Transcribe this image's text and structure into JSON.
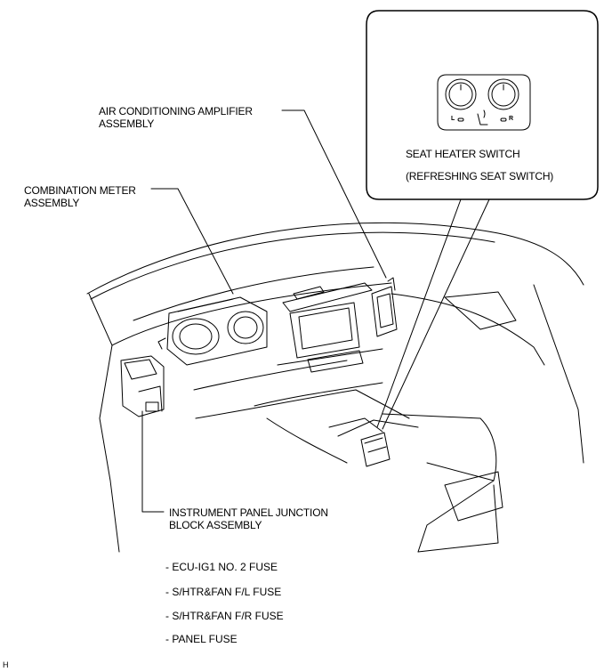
{
  "labels": {
    "ac_amplifier": [
      "AIR CONDITIONING  AMPLIFIER",
      "ASSEMBLY"
    ],
    "combination_meter": [
      "COMBINATION METER",
      "ASSEMBLY"
    ],
    "seat_heater_switch": "SEAT HEATER SWITCH",
    "refreshing_seat_switch": "(REFRESHING SEAT SWITCH)",
    "junction_block": [
      "INSTRUMENT PANEL JUNCTION",
      "BLOCK ASSEMBLY"
    ]
  },
  "switch_markings": {
    "left": "L",
    "right": "R"
  },
  "fuses": [
    "- ECU-IG1 NO. 2 FUSE",
    "- S/HTR&FAN F/L FUSE",
    "- S/HTR&FAN F/R FUSE",
    "- PANEL FUSE"
  ],
  "corner_mark": "H"
}
